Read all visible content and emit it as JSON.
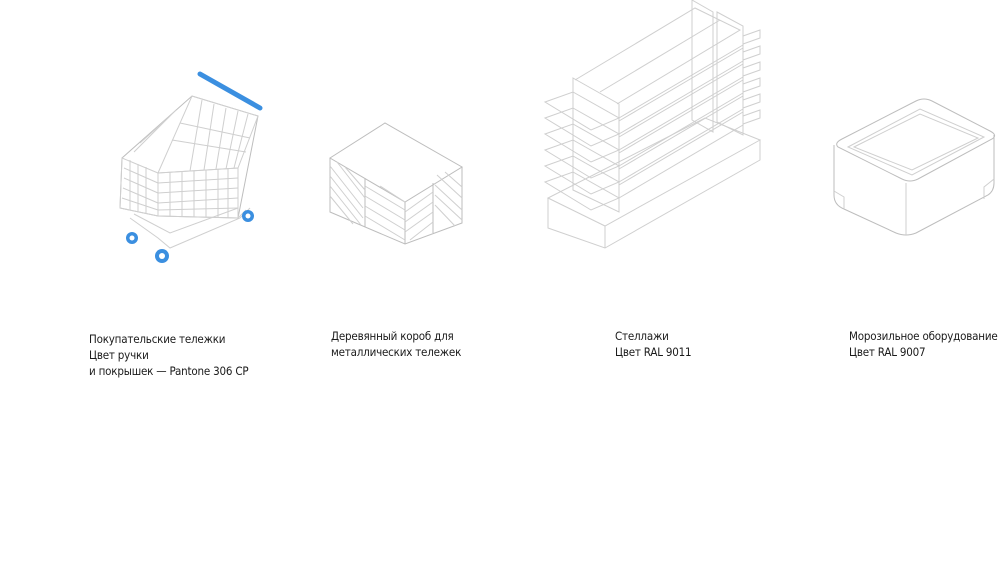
{
  "accent_color": "#3b8fe0",
  "items": [
    {
      "id": "cart",
      "illustration": "shopping-cart-icon",
      "lines": [
        "Покупательские тележки",
        "Цвет ручки",
        "и покрышек — Pantone 306 CP"
      ]
    },
    {
      "id": "box",
      "illustration": "wooden-box-icon",
      "lines": [
        "Деревянный короб для",
        "металлических тележек"
      ]
    },
    {
      "id": "shelves",
      "illustration": "shelving-rack-icon",
      "lines": [
        "Стеллажи",
        "Цвет RAL 9011"
      ]
    },
    {
      "id": "freezer",
      "illustration": "freezer-icon",
      "lines": [
        "Морозильное оборудование",
        "Цвет RAL 9007"
      ]
    }
  ]
}
